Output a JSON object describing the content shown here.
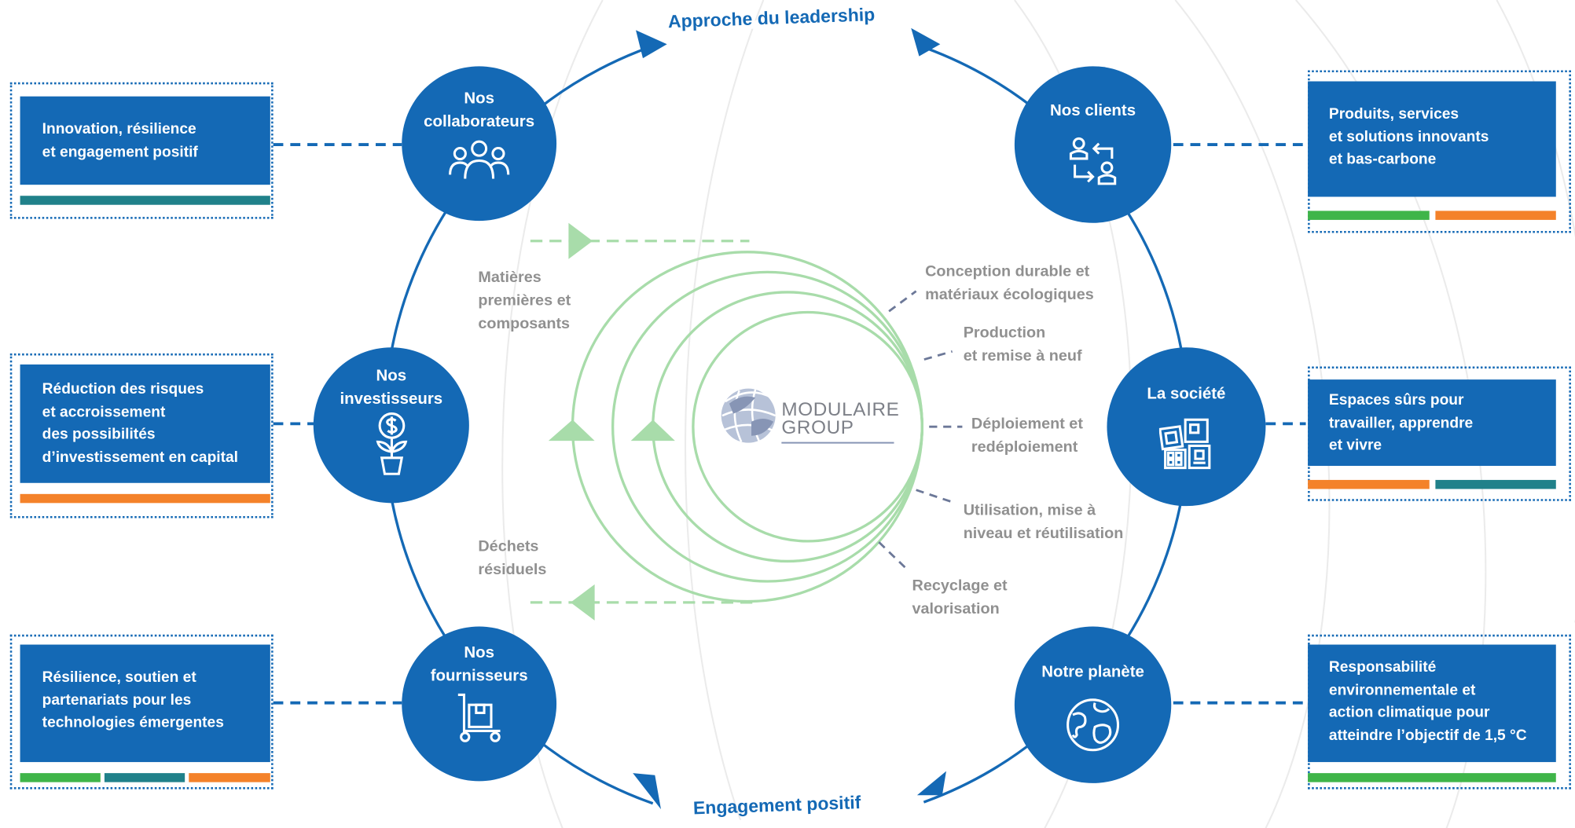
{
  "arc_labels": {
    "top": "Approche du leadership",
    "bottom": "Engagement positif"
  },
  "colors": {
    "blue": "#1469b5",
    "green": "#3fb549",
    "teal": "#20818a",
    "orange": "#f4822a",
    "light_green": "#a8dcaa",
    "gray_text": "#909090"
  },
  "stakeholders": [
    {
      "id": "collaborateurs",
      "title_lines": [
        "Nos",
        "collaborateurs"
      ],
      "icon": "people-group-icon",
      "box_lines": [
        "Innovation, résilience",
        "et engagement positif"
      ],
      "bars": [
        "teal"
      ]
    },
    {
      "id": "investisseurs",
      "title_lines": [
        "Nos",
        "investisseurs"
      ],
      "icon": "money-plant-icon",
      "box_lines": [
        "Réduction des risques",
        "et accroissement",
        "des possibilités",
        "d’investissement en capital"
      ],
      "bars": [
        "orange"
      ]
    },
    {
      "id": "fournisseurs",
      "title_lines": [
        "Nos",
        "fournisseurs"
      ],
      "icon": "hand-truck-icon",
      "box_lines": [
        "Résilience, soutien et",
        "partenariats pour les",
        "technologies émergentes"
      ],
      "bars": [
        "green",
        "teal",
        "orange"
      ]
    },
    {
      "id": "clients",
      "title_lines": [
        "Nos clients"
      ],
      "icon": "people-exchange-icon",
      "box_lines": [
        "Produits, services",
        "et solutions innovants",
        "et bas-carbone"
      ],
      "bars": [
        "green",
        "orange"
      ]
    },
    {
      "id": "societe",
      "title_lines": [
        "La société"
      ],
      "icon": "buildings-icon",
      "box_lines": [
        "Espaces sûrs pour",
        "travailler, apprendre",
        "et vivre"
      ],
      "bars": [
        "orange",
        "teal"
      ]
    },
    {
      "id": "planete",
      "title_lines": [
        "Notre planète"
      ],
      "icon": "globe-icon",
      "box_lines": [
        "Responsabilité",
        "environnementale et",
        "action climatique pour",
        "atteindre l’objectif de 1,5 °C"
      ],
      "bars": [
        "green"
      ]
    }
  ],
  "circular": {
    "inputs": {
      "lines": [
        "Matières",
        "premières et",
        "composants"
      ]
    },
    "outputs": {
      "lines": [
        "Déchets",
        "résiduels"
      ]
    },
    "stages": [
      {
        "lines": [
          "Conception durable et",
          "matériaux écologiques"
        ]
      },
      {
        "lines": [
          "Production",
          "et remise à neuf"
        ]
      },
      {
        "lines": [
          "Déploiement et",
          "redéploiement"
        ]
      },
      {
        "lines": [
          "Utilisation, mise à",
          "niveau et réutilisation"
        ]
      },
      {
        "lines": [
          "Recyclage et",
          "valorisation"
        ]
      }
    ]
  },
  "logo": {
    "lines": [
      "MODULAIRE",
      "GROUP"
    ]
  }
}
